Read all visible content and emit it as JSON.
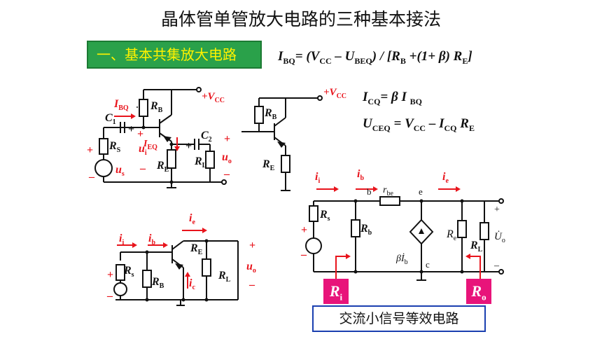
{
  "title": "晶体管单管放大电路的三种基本接法",
  "section_heading": "一、基本共集放大电路",
  "formulas": {
    "ibq": "I_BQ= (V_CC – U_BEQ) / [R_B +(1+ β) R_E]",
    "icq": "I_CQ= β I_BQ",
    "uceq": "U_CEQ = V_CC – I_CQ R_E"
  },
  "caption": "交流小信号等效电路",
  "colors": {
    "heading_bg": "#2aa14a",
    "heading_text": "#fff200",
    "accent": "#e8141c",
    "box": "#e8147a",
    "caption_border": "#1a3fb0"
  }
}
